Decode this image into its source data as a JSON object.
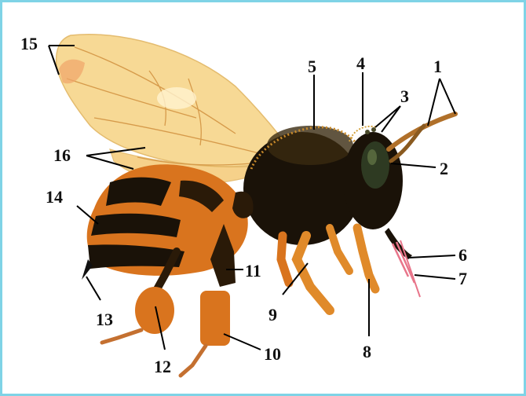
{
  "diagram": {
    "labels": [
      "1",
      "2",
      "3",
      "4",
      "5",
      "6",
      "7",
      "8",
      "9",
      "10",
      "11",
      "12",
      "13",
      "14",
      "15",
      "16"
    ],
    "colors": {
      "border": "#7fd3e6",
      "body_dark": "#1a1208",
      "body_orange": "#d9741e",
      "body_amber": "#e89a2c",
      "wing_fill": "#f7d58a",
      "leader_line": "#000000",
      "mouthpart_pink": "#e8758a"
    }
  }
}
